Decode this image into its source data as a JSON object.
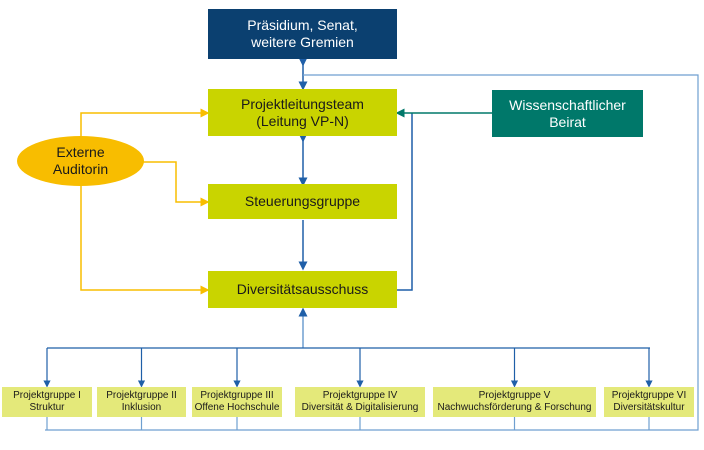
{
  "diagram": {
    "top": {
      "line1": "Präsidium, Senat,",
      "line2": "weitere Gremien"
    },
    "leadership": {
      "line1": "Projektleitungsteam",
      "line2": "(Leitung VP-N)"
    },
    "advisory": {
      "line1": "Wissenschaftlicher",
      "line2": "Beirat"
    },
    "auditor": {
      "line1": "Externe",
      "line2": "Auditorin"
    },
    "steering": {
      "label": "Steuerungsgruppe"
    },
    "committee": {
      "label": "Diversitätsausschuss"
    },
    "project_groups": [
      {
        "line1": "Projektgruppe I",
        "line2": "Struktur"
      },
      {
        "line1": "Projektgruppe II",
        "line2": "Inklusion"
      },
      {
        "line1": "Projektgruppe III",
        "line2": "Offene Hochschule"
      },
      {
        "line1": "Projektgruppe IV",
        "line2": "Diversität & Digitalisierung"
      },
      {
        "line1": "Projektgruppe V",
        "line2": "Nachwuchsförderung  & Forschung"
      },
      {
        "line1": "Projektgruppe VI",
        "line2": "Diversitätskultur"
      }
    ],
    "colors": {
      "navy": "#0b4070",
      "lime": "#c9d400",
      "teal": "#00786a",
      "orange": "#f8bd00",
      "pale_lime": "#e4e97a",
      "blue_line": "#1f5fa8",
      "light_blue_line": "#6f9fd0"
    }
  }
}
